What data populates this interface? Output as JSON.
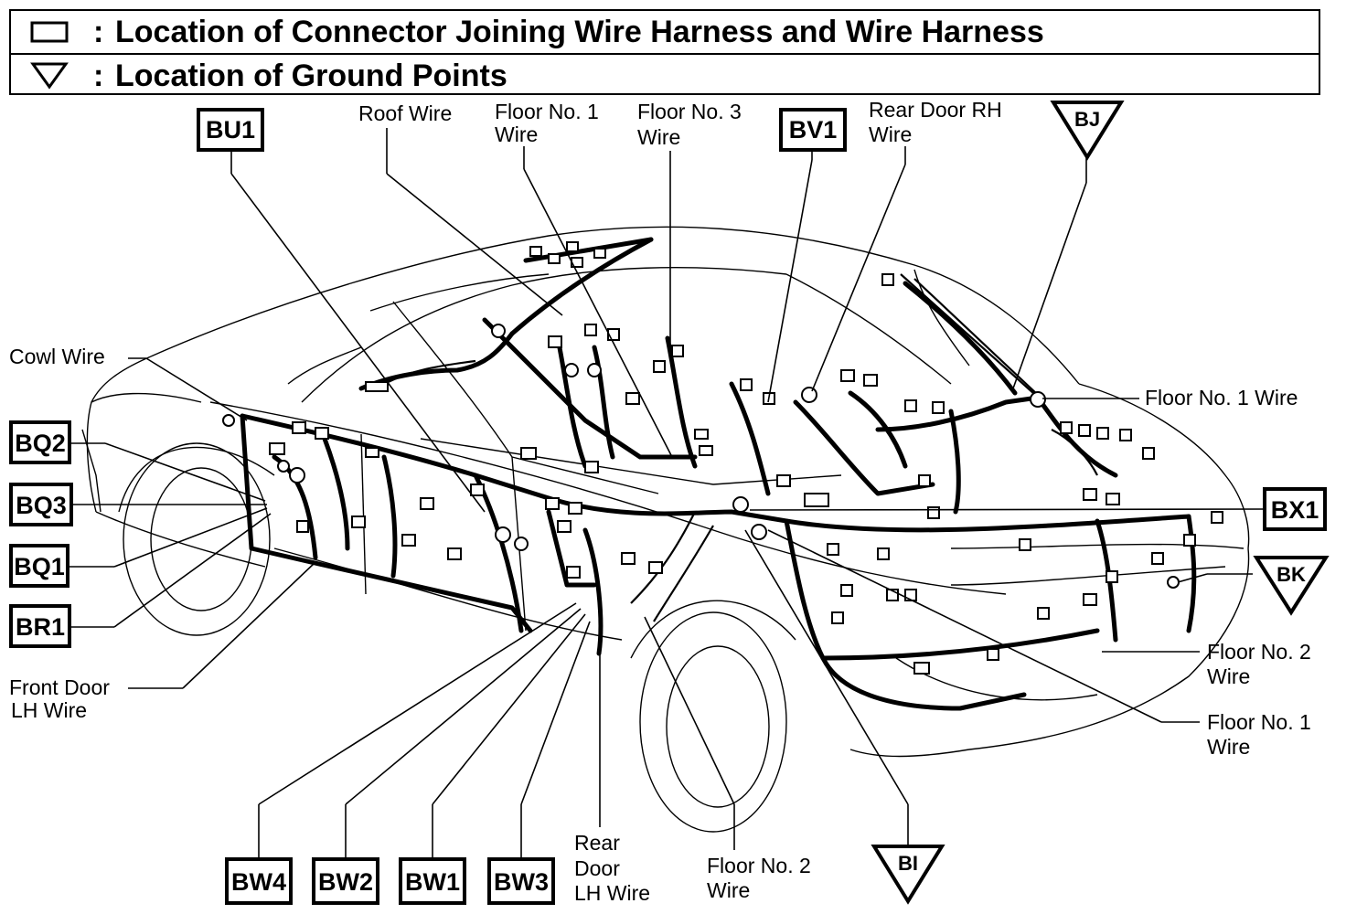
{
  "legend": {
    "connector_symbol": "rectangle",
    "connector_text": "Location of Connector Joining Wire Harness and Wire Harness",
    "ground_symbol": "triangle",
    "ground_text": "Location of Ground Points",
    "colon": ":"
  },
  "wire_labels": {
    "roof_wire": "Roof Wire",
    "floor1_top_a": "Floor No. 1",
    "floor1_top_b": "Wire",
    "floor3_a": "Floor No. 3",
    "floor3_b": "Wire",
    "rear_door_rh_a": "Rear Door RH",
    "rear_door_rh_b": "Wire",
    "cowl": "Cowl Wire",
    "floor1_right": "Floor No. 1 Wire",
    "front_door_lh_a": "Front Door",
    "front_door_lh_b": "LH Wire",
    "floor2_right_a": "Floor No. 2",
    "floor2_right_b": "Wire",
    "floor1_lower_a": "Floor No. 1",
    "floor1_lower_b": "Wire",
    "rear_door_lh_a": "Rear",
    "rear_door_lh_b": "Door",
    "rear_door_lh_c": "LH Wire",
    "floor2_bottom_a": "Floor No. 2",
    "floor2_bottom_b": "Wire"
  },
  "connectors": {
    "bu1": "BU1",
    "bv1": "BV1",
    "bq2": "BQ2",
    "bq3": "BQ3",
    "bq1": "BQ1",
    "br1": "BR1",
    "bx1": "BX1",
    "bw4": "BW4",
    "bw2": "BW2",
    "bw1": "BW1",
    "bw3": "BW3"
  },
  "grounds": {
    "bj": "BJ",
    "bk": "BK",
    "bi": "BI"
  }
}
